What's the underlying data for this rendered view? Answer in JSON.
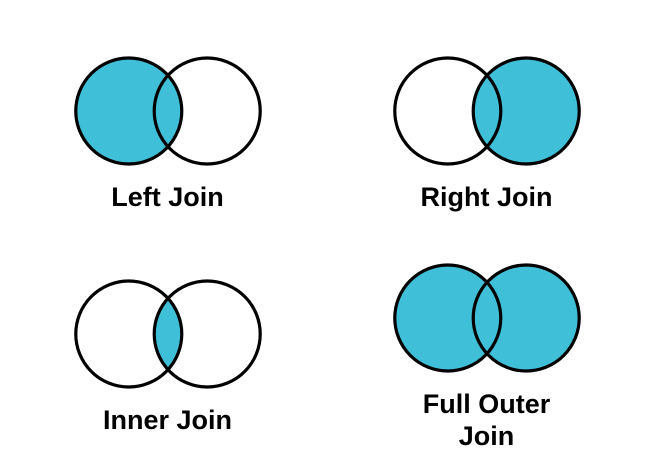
{
  "page": {
    "background": "#FFFFFF"
  },
  "colors": {
    "fill": "#40C0D8",
    "stroke": "#000000",
    "text": "#000000",
    "empty": "none"
  },
  "diagrams": [
    {
      "id": "left-join",
      "label": "Left Join",
      "filled_region": "left-circle"
    },
    {
      "id": "right-join",
      "label": "Right Join",
      "filled_region": "right-circle"
    },
    {
      "id": "inner-join",
      "label": "Inner Join",
      "filled_region": "intersection"
    },
    {
      "id": "full-outer-join",
      "label": "Full Outer Join",
      "filled_region": "both-circles"
    }
  ]
}
